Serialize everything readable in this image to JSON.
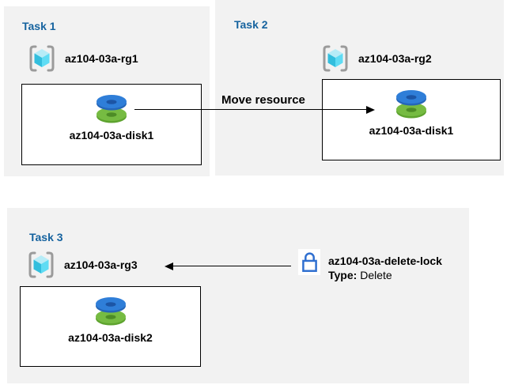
{
  "diagram": {
    "tasks": [
      {
        "title": "Task 1",
        "resource_group": "az104-03a-rg1",
        "resource": "az104-03a-disk1"
      },
      {
        "title": "Task 2",
        "resource_group": "az104-03a-rg2",
        "resource": "az104-03a-disk1"
      },
      {
        "title": "Task 3",
        "resource_group": "az104-03a-rg3",
        "resource": "az104-03a-disk2"
      }
    ],
    "move_arrow": {
      "label": "Move resource"
    },
    "lock": {
      "name": "az104-03a-delete-lock",
      "type_label": "Type:",
      "type_value": "Delete"
    },
    "colors": {
      "panel_bg": "#f2f2f2",
      "title_blue": "#16639f",
      "text": "#000000",
      "lock_blue": "#2f6fd0",
      "disk_blue": "#2f7ed8",
      "disk_blue_dark": "#1c55a5",
      "disk_green": "#76bb42",
      "disk_green_dark": "#4d8c26",
      "cube_top": "#b7ecf7",
      "cube_left": "#32bedd",
      "cube_right": "#5fdcf4",
      "bracket_gray": "#9b9b9b"
    },
    "icons": [
      "resource-group-icon",
      "disk-icon",
      "lock-icon",
      "arrow"
    ]
  }
}
